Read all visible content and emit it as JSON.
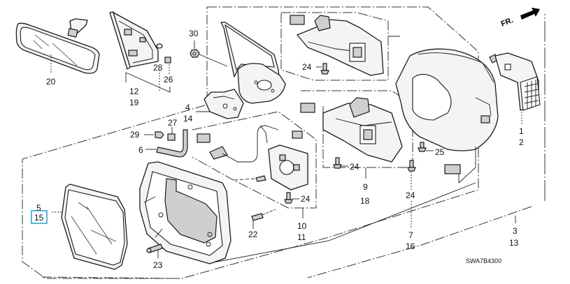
{
  "diagram": {
    "title": "Door Mirror Exploded Parts Diagram",
    "drawing_code": "SWA7B4300",
    "direction_indicator": "FR.",
    "highlight_color": "#29a8dc",
    "highlighted_callout": "15",
    "callouts": {
      "c1": "1",
      "c2": "2",
      "c3": "3",
      "c4": "4",
      "c5": "5",
      "c6": "6",
      "c7": "7",
      "c9": "9",
      "c10": "10",
      "c11": "11",
      "c12": "12",
      "c13": "13",
      "c14": "14",
      "c15": "15",
      "c16": "16",
      "c18": "18",
      "c19": "19",
      "c20": "20",
      "c22": "22",
      "c23": "23",
      "c24a": "24",
      "c24b": "24",
      "c24c": "24",
      "c24d": "24",
      "c25": "25",
      "c26": "26",
      "c27": "27",
      "c28": "28",
      "c29": "29",
      "c30": "30"
    },
    "parts": [
      {
        "callout": "20",
        "name": "rearview-mirror"
      },
      {
        "callout": "12/19",
        "name": "mirror-corner-cover"
      },
      {
        "callout": "30",
        "name": "nut"
      },
      {
        "callout": "4/14",
        "name": "mirror-base-gasket"
      },
      {
        "callout": "9/18",
        "name": "mirror-actuator-upper"
      },
      {
        "callout": "1/2",
        "name": "side-turn-signal-lamp"
      },
      {
        "callout": "3/13",
        "name": "mirror-housing-assembly"
      },
      {
        "callout": "10/11",
        "name": "mirror-actuator-harness"
      },
      {
        "callout": "7/16",
        "name": "mirror-skull-cap"
      },
      {
        "callout": "5/15",
        "name": "mirror-glass"
      },
      {
        "callout": "6",
        "name": "harness-grommet"
      },
      {
        "callout": "22",
        "name": "screw-22"
      },
      {
        "callout": "23",
        "name": "screw-23"
      },
      {
        "callout": "24",
        "name": "bolt-24"
      },
      {
        "callout": "25",
        "name": "screw-25"
      },
      {
        "callout": "26",
        "name": "clip-26"
      },
      {
        "callout": "27",
        "name": "clip-27"
      },
      {
        "callout": "28",
        "name": "cap-28"
      },
      {
        "callout": "29",
        "name": "screw-29"
      }
    ]
  }
}
